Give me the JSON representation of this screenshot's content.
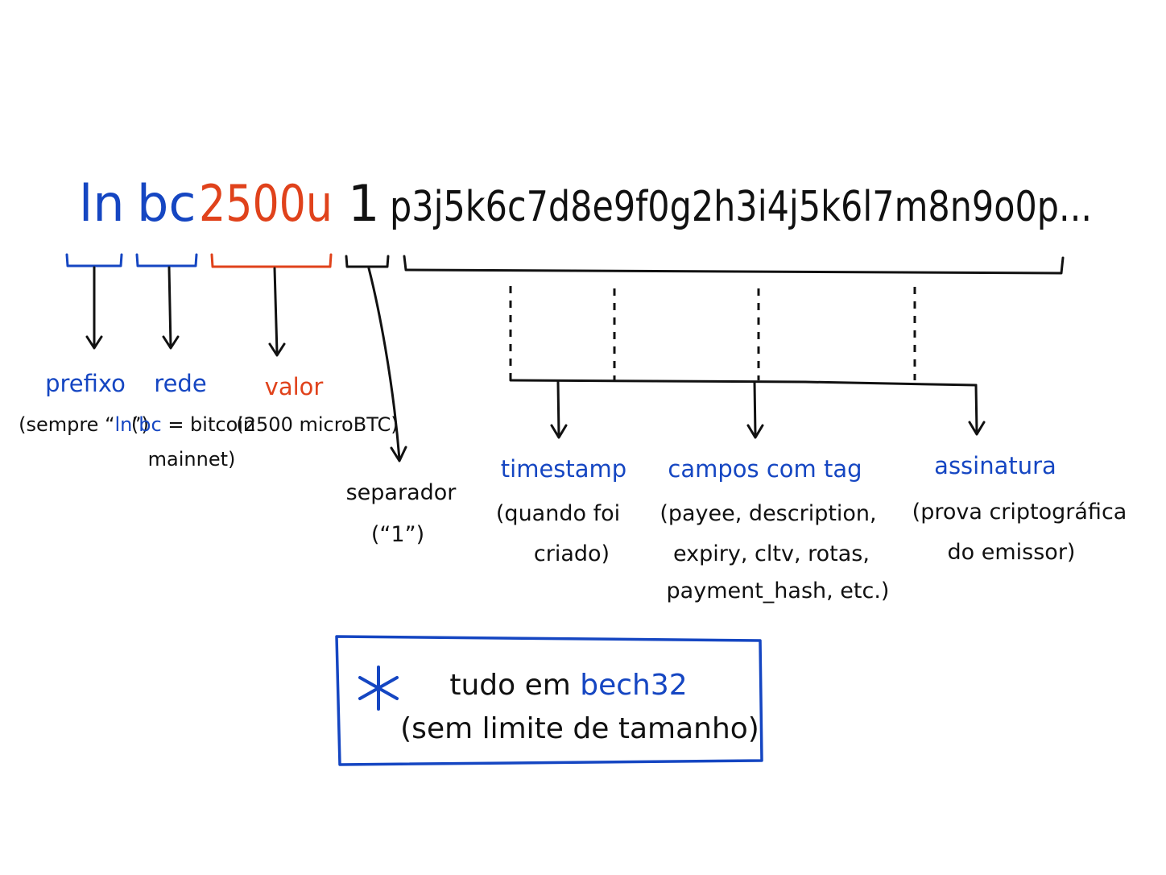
{
  "invoice": {
    "prefix": "ln",
    "network": "bc",
    "amount": "2500u",
    "separator": "1",
    "data": "p3j5k6c7d8e9f0g2h3i4j5k6l7m8n9o0p..."
  },
  "labels": {
    "prefix": {
      "title": "prefixo",
      "desc_open": "(sempre “",
      "desc_accent": "ln",
      "desc_close": "”)"
    },
    "network": {
      "title": "rede",
      "desc_open": "(",
      "desc_accent": "bc",
      "desc_rest": " = bitcoin",
      "desc_line2": "mainnet)"
    },
    "amount": {
      "title": "valor",
      "desc": "(2500 microBTC)"
    },
    "separator": {
      "title": "separador",
      "desc": "(“1”)"
    },
    "timestamp": {
      "title": "timestamp",
      "line1": "(quando foi",
      "line2": "criado)"
    },
    "tagged": {
      "title": "campos com tag",
      "line1": "(payee, description,",
      "line2": "expiry, cltv, rotas,",
      "line3": "payment_hash, etc.)"
    },
    "signature": {
      "title": "assinatura",
      "line1": "(prova criptográfica",
      "line2": "do emissor)"
    }
  },
  "note": {
    "line1_pre": "tudo em ",
    "line1_accent": "bech32",
    "line2": "(sem limite de tamanho)"
  },
  "icons": {
    "note": "asterisk-icon"
  },
  "colors": {
    "blue": "#1546c2",
    "orange": "#e0421b",
    "ink": "#111111"
  }
}
